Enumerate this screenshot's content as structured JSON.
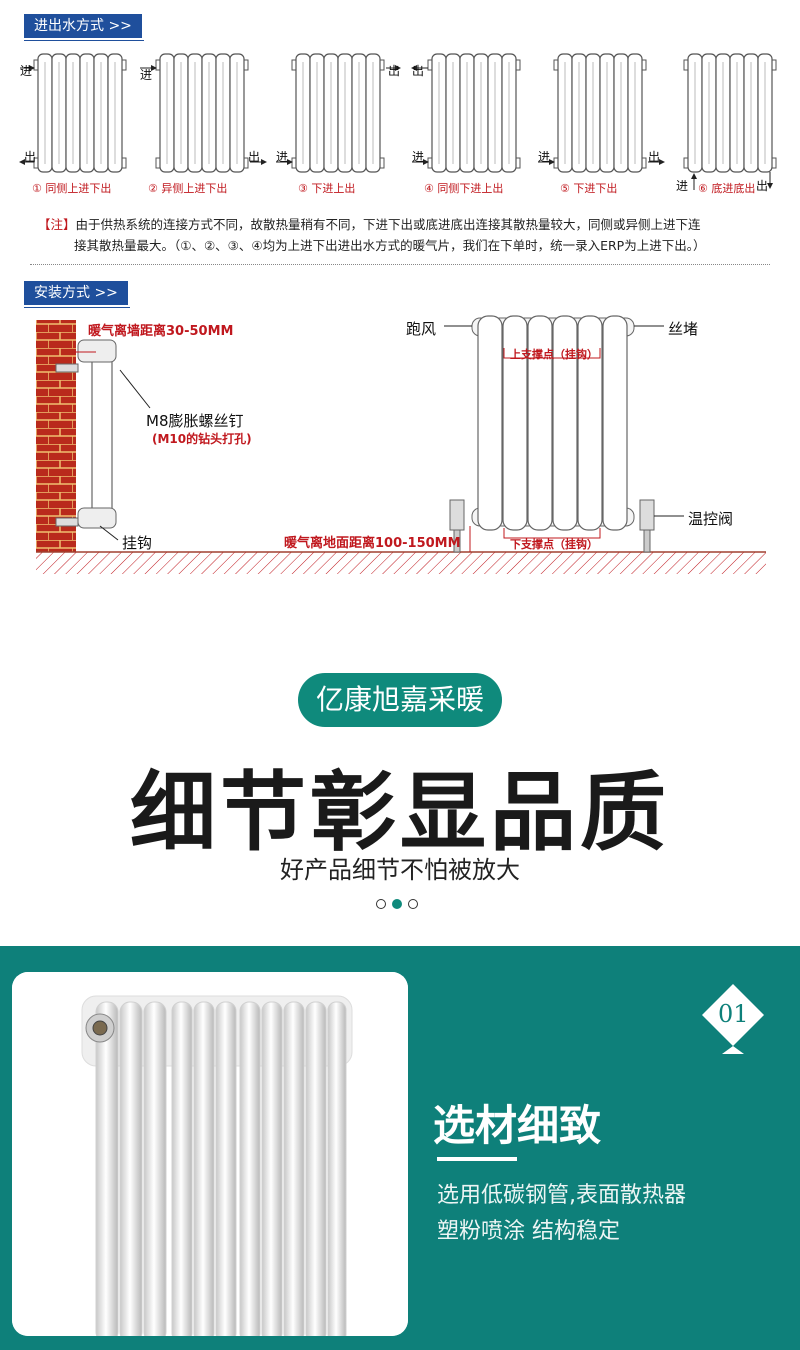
{
  "section1": {
    "tag": "进出水方式 >>",
    "inlet": "进",
    "outlet": "出",
    "captions": [
      "① 同侧上进下出",
      "② 异侧上进下出",
      "③ 下进上出",
      "④ 同侧下进上出",
      "⑤ 下进下出",
      "⑥ 底进底出"
    ],
    "note_prefix": "【注】",
    "note_line1": "由于供热系统的连接方式不同，故散热量稍有不同，下进下出或底进底出连接其散热量较大，同侧或异侧上进下连",
    "note_line2": "接其散热量最大。（①、②、③、④均为上进下出进出水方式的暖气片，我们在下单时，统一录入ERP为上进下出。）"
  },
  "section2": {
    "tag": "安装方式 >>",
    "wall_distance": "暖气离墙距离30-50MM",
    "screw": "M8膨胀螺丝钉",
    "screw_note": "(M10的钻头打孔)",
    "hook": "挂钩",
    "floor_distance": "暖气离地面距离100-150MM",
    "vent": "跑风",
    "plug": "丝堵",
    "upper_support": "上支撑点（挂钩）",
    "lower_support": "下支撑点（挂钩）",
    "valve": "温控阀"
  },
  "brand": {
    "name": "亿康旭嘉采暖",
    "title": "细节彰显品质",
    "subtitle": "好产品细节不怕被放大",
    "pager_active": 2,
    "pager_count": 3
  },
  "feature": {
    "number": "01",
    "title": "选材细致",
    "desc_line1": "选用低碳钢管,表面散热器",
    "desc_line2": "塑粉喷涂 结构稳定"
  },
  "colors": {
    "accent": "#0e807a",
    "tag": "#1f4f9c",
    "red": "#c0181e"
  }
}
